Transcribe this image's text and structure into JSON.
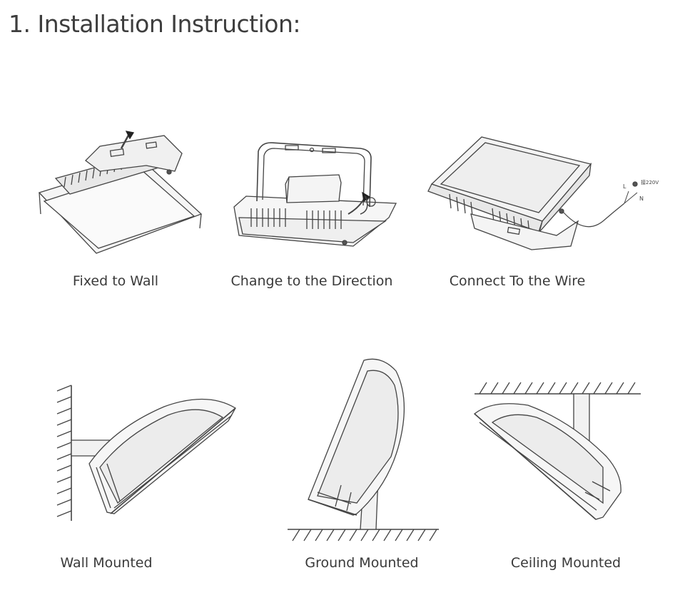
{
  "title": "1. Installation Instruction:",
  "steps": [
    {
      "caption": "Fixed to Wall"
    },
    {
      "caption": "Change to the Direction"
    },
    {
      "caption": "Connect To the Wire",
      "wire_labels": {
        "live": "L",
        "neutral": "N",
        "voltage": "接220V"
      }
    }
  ],
  "mounting": [
    {
      "caption": "Wall Mounted"
    },
    {
      "caption": "Ground Mounted"
    },
    {
      "caption": "Ceiling Mounted"
    }
  ]
}
